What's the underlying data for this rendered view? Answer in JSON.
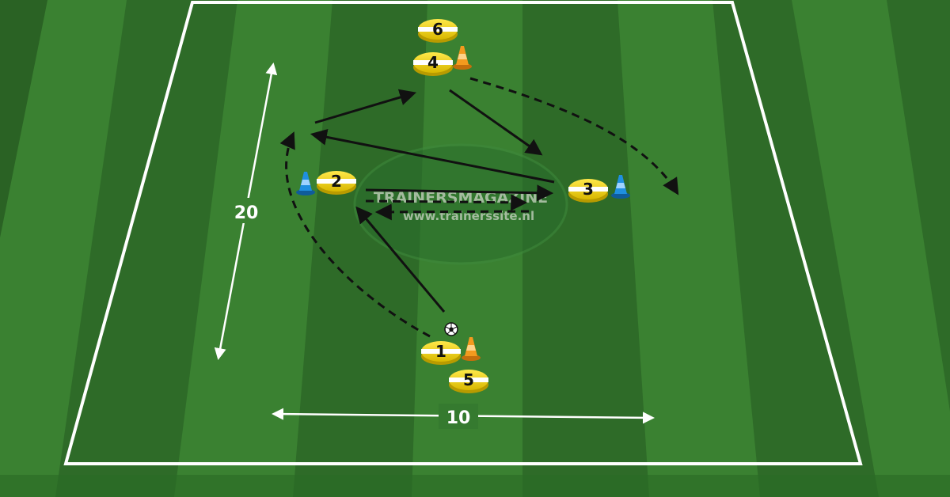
{
  "watermark": {
    "brand": "TRAINERSMAGAZINE",
    "url": "www.trainerssite.nl"
  },
  "dimensions": {
    "length_label": "20",
    "width_label": "10"
  },
  "players": [
    {
      "id": "player-1",
      "number": "1"
    },
    {
      "id": "player-2",
      "number": "2"
    },
    {
      "id": "player-3",
      "number": "3"
    },
    {
      "id": "player-4",
      "number": "4"
    },
    {
      "id": "player-5",
      "number": "5"
    },
    {
      "id": "player-6",
      "number": "6"
    }
  ],
  "cones": [
    {
      "id": "cone-near-4",
      "color": "orange"
    },
    {
      "id": "cone-near-1",
      "color": "orange"
    },
    {
      "id": "cone-near-2",
      "color": "blue"
    },
    {
      "id": "cone-near-3",
      "color": "blue"
    }
  ],
  "colors": {
    "pitch_dark": "#2e6b28",
    "pitch_light": "#3f8a35",
    "line": "#ffffff",
    "player_yellow": "#f2d400",
    "cone_orange": "#f39a1e",
    "cone_blue": "#1f8fe0",
    "arrow": "#111111"
  }
}
